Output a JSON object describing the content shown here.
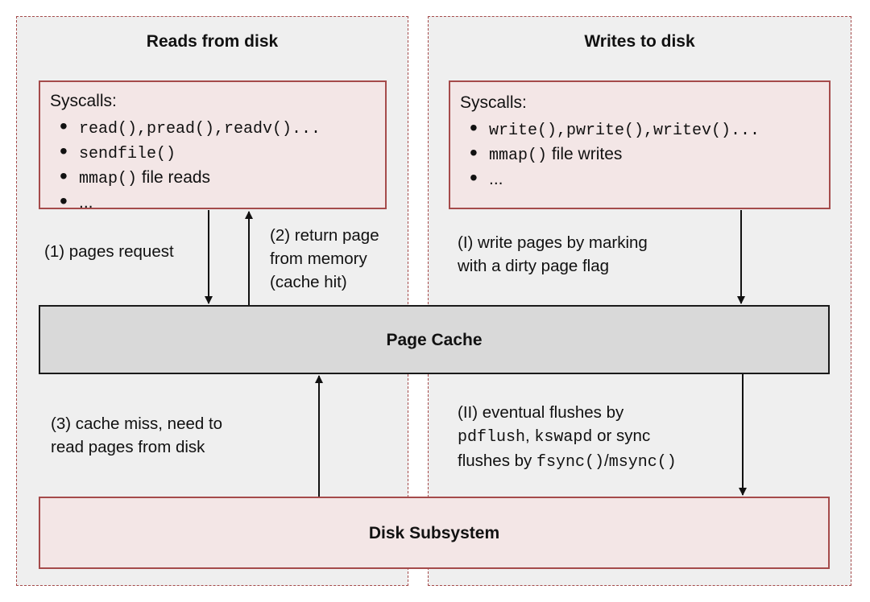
{
  "reads_panel": {
    "title": "Reads from disk",
    "syscalls_title": "Syscalls:",
    "items": [
      {
        "code": "read(),pread(),readv()...",
        "text": ""
      },
      {
        "code": "sendfile()",
        "text": ""
      },
      {
        "code": "mmap()",
        "text": " file reads"
      },
      {
        "code": "",
        "text": "..."
      }
    ]
  },
  "writes_panel": {
    "title": "Writes to disk",
    "syscalls_title": "Syscalls:",
    "items": [
      {
        "code": "write(),pwrite(),writev()...",
        "text": ""
      },
      {
        "code": "mmap()",
        "text": " file writes"
      },
      {
        "code": "",
        "text": "..."
      }
    ]
  },
  "labels": {
    "pages_request": "(1) pages request",
    "return_page": [
      "(2) return page",
      "from memory",
      "(cache hit)"
    ],
    "write_pages": [
      "(I) write pages by marking",
      "with a dirty page flag"
    ],
    "cache_miss": [
      "(3) cache miss, need to",
      "read pages from disk"
    ],
    "flushes": {
      "line1": "(II) eventual flushes by",
      "pdflush": "pdflush",
      "sep": ", ",
      "kswapd": "kswapd",
      "or_sync": " or sync",
      "flushes_by": "flushes by ",
      "fsync": "fsync()",
      "slash": "/",
      "msync": "msync()"
    }
  },
  "page_cache": {
    "label": "Page Cache"
  },
  "disk_subsystem": {
    "label": "Disk Subsystem"
  },
  "colors": {
    "panel_border": "#a54b4b",
    "box_fill": "#f3e6e6",
    "panel_fill": "#efefef",
    "cache_fill": "#d9d9d9"
  }
}
